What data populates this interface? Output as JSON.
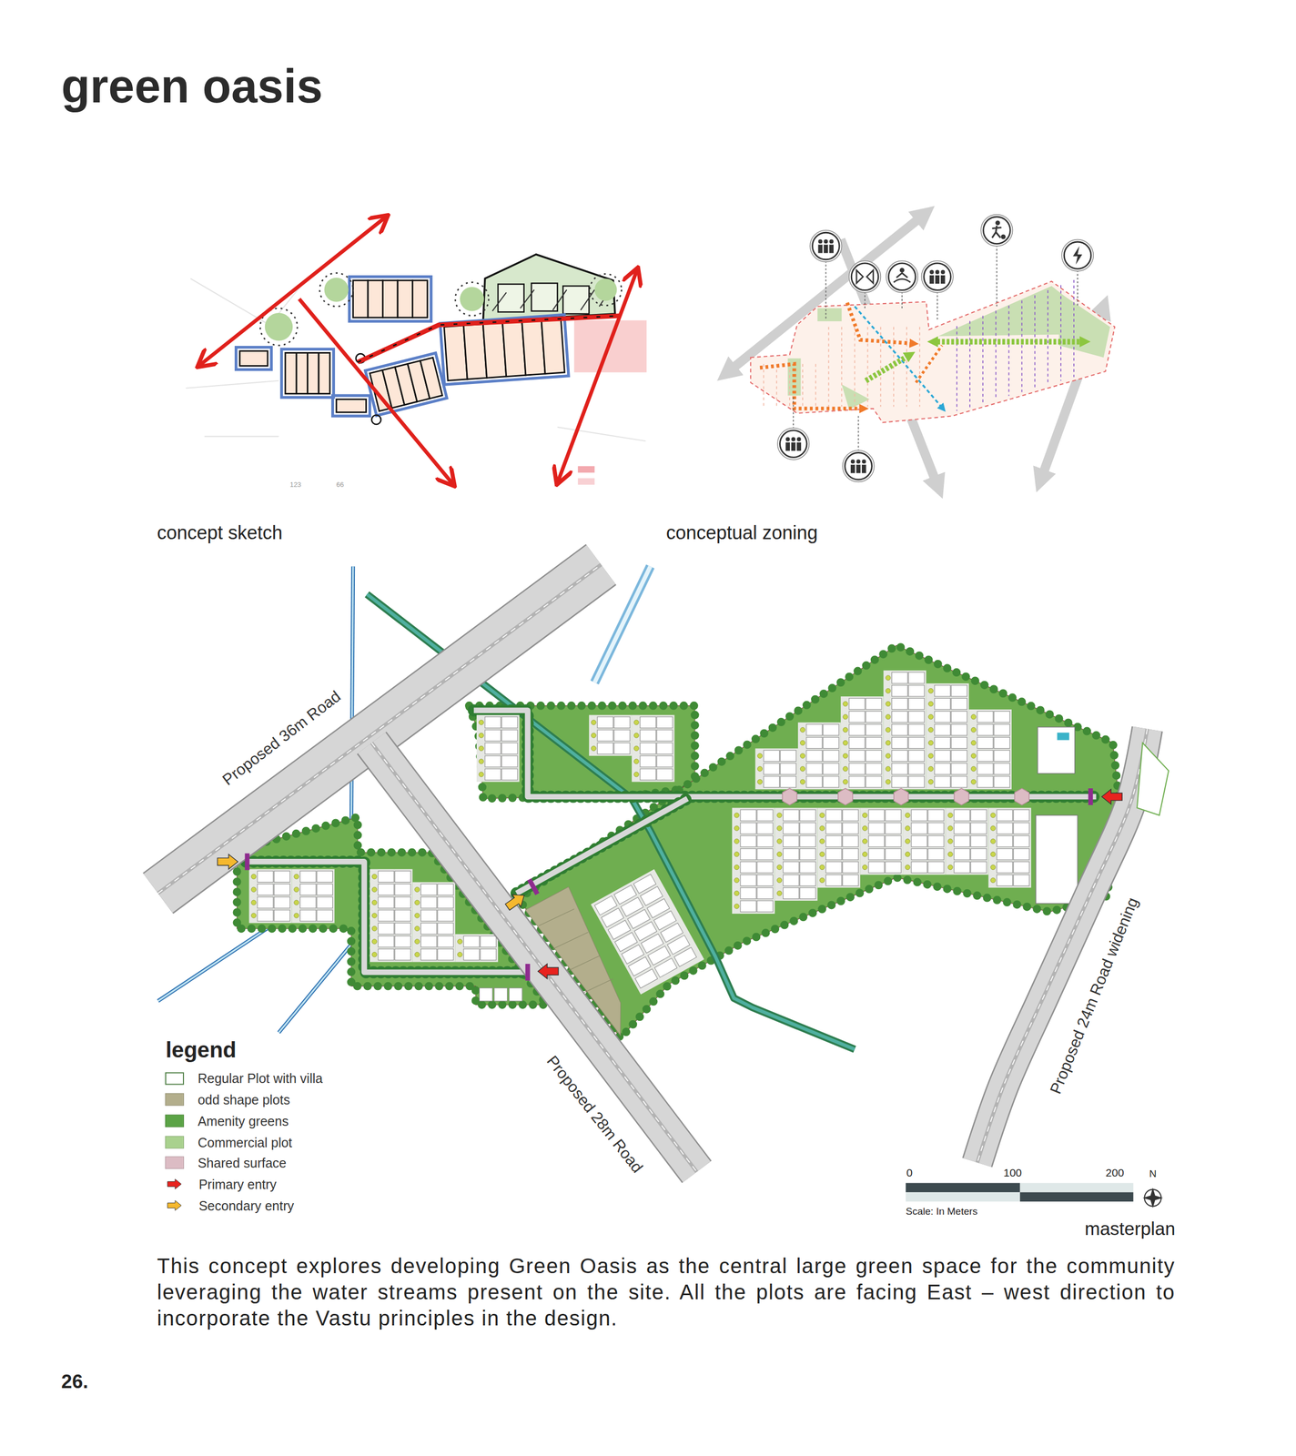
{
  "diagram": {
    "title": "green oasis",
    "caption": "This concept explores developing Green Oasis as the central large green space for the community leveraging the water streams present on the site. All the plots are facing East – west direction to incorporate the Vastu principles in the design.",
    "labels": [
      "concept sketch",
      "conceptual zoning",
      "123",
      "66",
      "Proposed 36m Road",
      "Proposed 28m Road",
      "Proposed 24m Road widening",
      "legend",
      "0",
      "100",
      "200",
      "N",
      "Scale: In Meters",
      "masterplan",
      "26."
    ],
    "legend": [
      {
        "text": "Regular Plot with villa",
        "color": "#ffffff"
      },
      {
        "text": "odd shape plots",
        "color": "#b3ae8c"
      },
      {
        "text": "Amenity greens",
        "color": "#5ba346"
      },
      {
        "text": "Commercial plot",
        "color": "#a9d18e"
      },
      {
        "text": "Shared surface",
        "color": "#dcbcc4"
      },
      {
        "text": "Primary entry"
      },
      {
        "text": "Secondary entry"
      }
    ]
  }
}
